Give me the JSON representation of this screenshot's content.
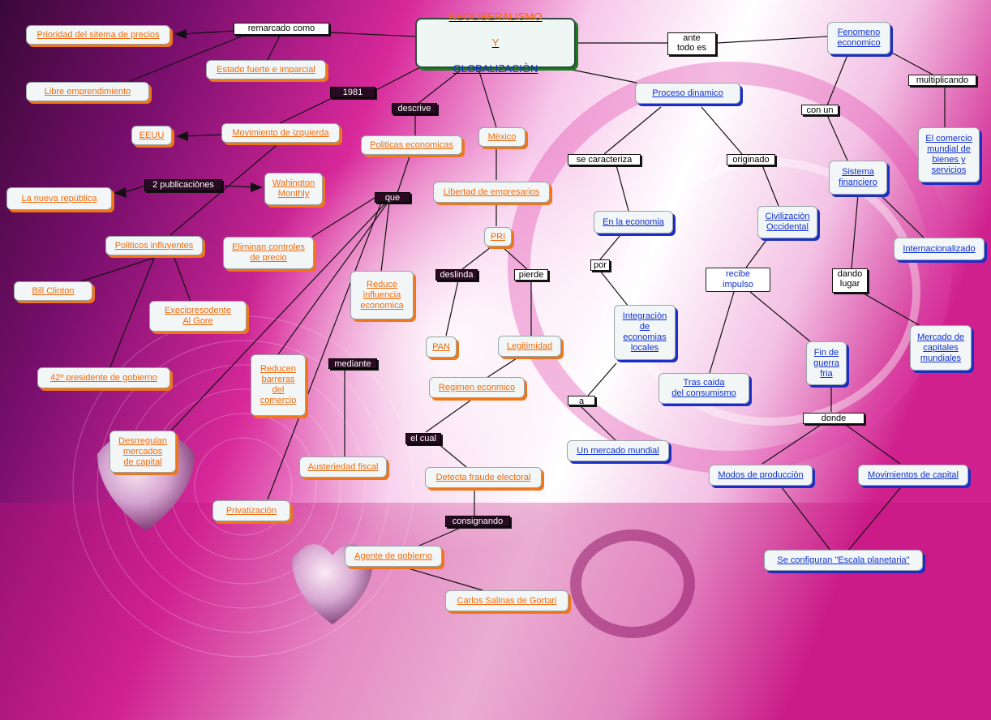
{
  "central": {
    "line1": "NEOLIBERALISMO",
    "line2": "Y",
    "line3": "GLOBALIZACIÒN"
  },
  "nodes": {
    "prioridad": "Prioridad del sitema de precios",
    "estado": "Estado fuerte e imparcial",
    "libre": "Libre emprendimiento",
    "eeuu": "EEUU",
    "movimiento_izq": "Movimiento de izquierda",
    "politicas_econ": "Politicas economicas",
    "mexico": "Mèxico",
    "nueva_republica": "La nueva repùblica",
    "washington": "Wahington\nMonthly",
    "libertad": "Libertad de empresarios",
    "politicos": "Politicos influyentes",
    "eliminan": "Eliminan controles\nde precio",
    "pri": "PRI",
    "bill": "Bill Clinton",
    "gore": "Execipresodente\nAl Gore",
    "reduce": "Reduce\ninfluencia\neconomica",
    "pan": "PAN",
    "legitimidad": "Legitimidad",
    "presidente42": "42º  presidente de gobierno",
    "reducen": "Reducen\nbarreras\ndel\ncomercio",
    "regimen": "Regimen econmico",
    "desregulan": "Desrregulan\nmercados\nde capital",
    "austeridad": "Austeriedad fiscal",
    "detecta": "Detecta fraude electoral",
    "privatizacion": "Privatizaciòn",
    "agente": "Agente de gobierno",
    "salinas": "Carlos Salinas de Gortari",
    "fenomeno": "Fenomeno\neconomico",
    "proceso": "Proceso dinamico",
    "comercio": "El comercio\nmundial de\nbienes y\nservicios",
    "sistema": "Sistema\nfinanciero",
    "en_economia": "En la economia",
    "civilizacion": "Civilizaciòn\nOccidental",
    "internacionalizado": "Internacionalizado",
    "integracion": "Integraciòn\nde\neconomias\nlocales",
    "recibe_impulso": "recibe\nimpulso",
    "mercado_capitales": "Mercado de\ncapitales\nmundiales",
    "fin_guerra": "Fin de\nguerra\nfria",
    "tras_caida": "Tras caida\ndel consumismo",
    "mercado_mundial": "Un mercado mundial",
    "modos": "Modos de producciòn",
    "movimientos": "Movimientos de capital",
    "escala": "Se configuran \"Escala planetaria\""
  },
  "links": {
    "remarcado": "remarcado como",
    "y1981": "1981",
    "describe": "descrive",
    "publicaciones": "2 publicaciònes",
    "que": "que",
    "deslinda": "deslinda",
    "pierde": "pierde",
    "mediante": "mediante",
    "el_cual": "el cual",
    "consignando": "consignando",
    "ante": "ante\ntodo es",
    "multiplicando": "multiplicando",
    "con_un": "con un",
    "caracteriza": "se caracteriza",
    "originado": "originado",
    "por": "por",
    "dando": "dando\nlugar",
    "a": "a",
    "donde": "donde"
  },
  "colors": {
    "orange_text": "#f26a0a",
    "blue_text": "#1030d0",
    "central_border": "#1a7a22"
  }
}
